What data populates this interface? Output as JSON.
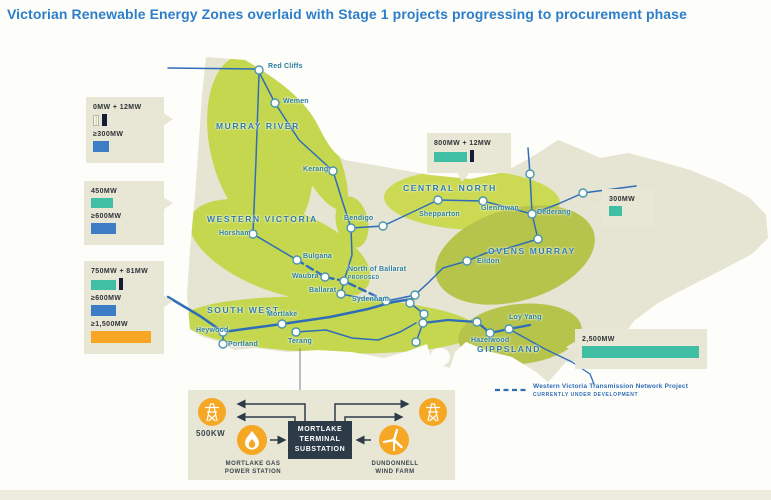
{
  "title": "Victorian Renewable Energy Zones overlaid with Stage 1 projects progressing to procurement phase",
  "regions": {
    "murray_river": "MURRAY RIVER",
    "western_victoria": "WESTERN VICTORIA",
    "central_north": "CENTRAL NORTH",
    "ovens_murray": "OVENS MURRAY",
    "south_west": "SOUTH WEST",
    "gippsland": "GIPPSLAND"
  },
  "towns": {
    "red_cliffs": "Red Cliffs",
    "wemen": "Wemen",
    "kerang": "Kerang",
    "bendigo": "Bendigo",
    "shepparton": "Shepparton",
    "glenrowan": "Glenrowan",
    "dederang": "Dederang",
    "eildon": "Eildon",
    "horsham": "Horsham",
    "bulgana": "Bulgana",
    "waubra": "Waubra",
    "north_of_ballarat": "North of Ballarat",
    "north_of_ballarat_status": "PROPOSED",
    "ballarat": "Ballarat",
    "sydenham": "Sydenham",
    "mortlake": "Mortlake",
    "heywood": "Heywood",
    "portland": "Portland",
    "terang": "Terang",
    "loy_yang": "Loy Yang",
    "hazelwood": "Hazelwood"
  },
  "legend": {
    "box1": {
      "r1": "0MW + 12MW",
      "r2": "≥300MW"
    },
    "box2": {
      "r1": "450MW",
      "r2": "≥600MW"
    },
    "box3": {
      "r1": "750MW + 81MW",
      "r2": "≥600MW",
      "r3": "≥1,500MW"
    },
    "box4": {
      "r1": "800MW + 12MW"
    },
    "box5": {
      "r1": "300MW"
    },
    "box6": {
      "r1": "2,500MW"
    }
  },
  "transmission_legend": {
    "name": "Western Victoria Transmission Network Project",
    "status": "CURRENTLY UNDER DEVELOPMENT"
  },
  "diagram": {
    "capacity": "500KW",
    "substation": {
      "l1": "MORTLAKE",
      "l2": "TERMINAL",
      "l3": "SUBSTATION"
    },
    "gas": {
      "l1": "MORTLAKE GAS",
      "l2": "POWER STATION"
    },
    "wind": {
      "l1": "DUNDONNELL",
      "l2": "WIND FARM"
    }
  },
  "colors": {
    "title_blue": "#2d7ec9",
    "line_blue": "#2f6db8",
    "zone_green": "#c5d74f",
    "zone_olive": "#b7c44c",
    "state_beige": "#e6e4d3",
    "teal_bar": "#41bfa5",
    "blue_bar": "#3c7dc6",
    "navy_bar": "#151c3a",
    "orange_bar": "#f7a522",
    "icon_orange": "#f6a724",
    "substation_navy": "#2d3b49"
  }
}
